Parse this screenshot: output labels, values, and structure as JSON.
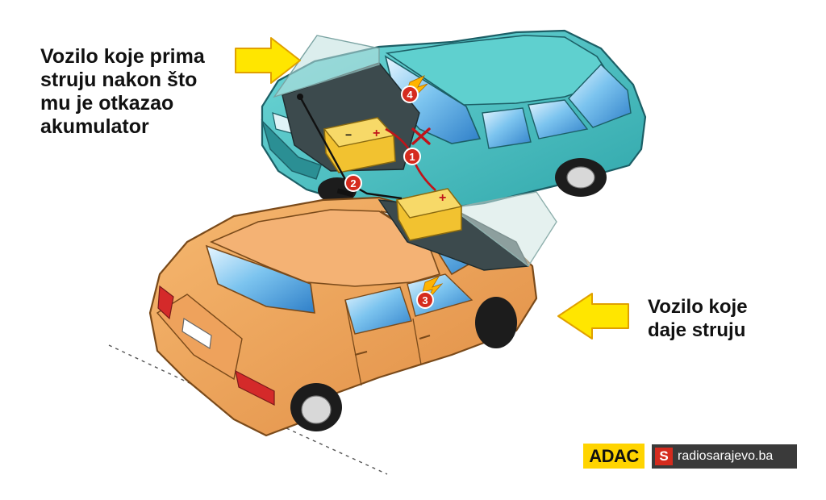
{
  "captions": {
    "receiving": [
      "Vozilo koje prima",
      "struju nakon što",
      "mu je otkazao",
      "akumulator"
    ],
    "donor": [
      "Vozilo koje",
      "daje struju"
    ]
  },
  "markers": {
    "step1": "1",
    "step2": "2",
    "step3": "3",
    "step4": "4",
    "plus_sign": "+",
    "minus_sign": "−"
  },
  "logos": {
    "adac": "ADAC",
    "radio_mark": "S",
    "radio_site": "radiosarajevo.ba"
  },
  "colors": {
    "receiving_car": "#43c4c4",
    "donor_car": "#f0a35a",
    "arrow_fill": "#ffe600",
    "arrow_stroke": "#e0a000",
    "marker": "#d52b1e",
    "battery": "#f2c230",
    "adac_yellow": "#ffd400",
    "radio_red": "#d52b1e"
  },
  "icons": [
    "arrow-right-icon",
    "arrow-left-icon",
    "lightning-icon",
    "battery-icon",
    "cross-mark-icon",
    "jumper-cable-icon"
  ]
}
